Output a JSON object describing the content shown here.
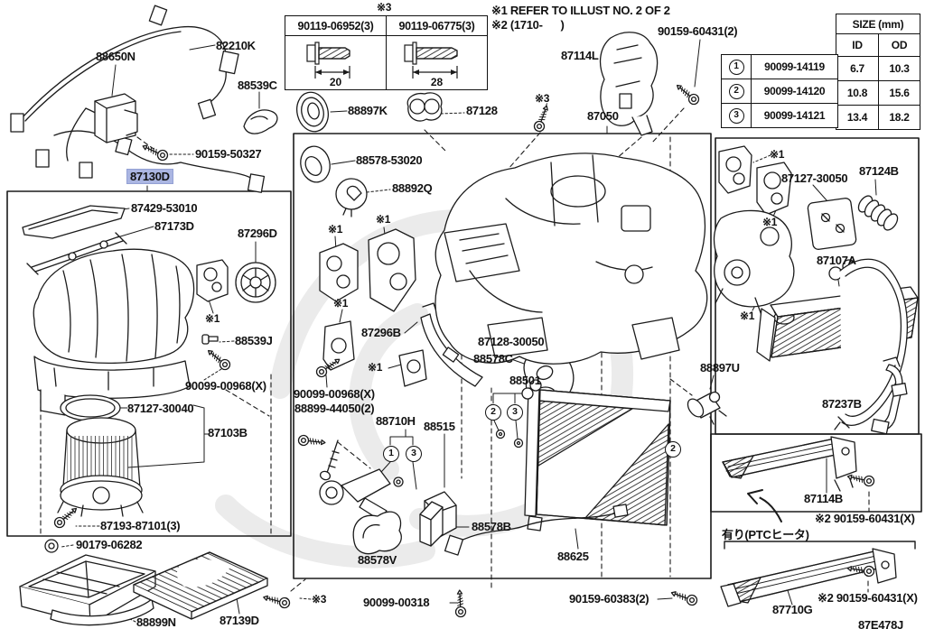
{
  "diagram_id": "87E478J",
  "notes": {
    "note1": "※1 REFER TO ILLUST NO. 2 OF 2",
    "note2": "※2 (1710-      )"
  },
  "marks": {
    "m1": "※1",
    "m2": "※2",
    "m3": "※3"
  },
  "circles": {
    "c1": "1",
    "c2": "2",
    "c3": "3"
  },
  "bolt_table": {
    "ref_mark": "※3",
    "col1": {
      "part": "90119-06952(3)",
      "length": "20"
    },
    "col2": {
      "part": "90119-06775(3)",
      "length": "28"
    }
  },
  "size_table": {
    "title": "SIZE (mm)",
    "id_header": "ID",
    "od_header": "OD",
    "rows": [
      {
        "no": "1",
        "part": "90099-14119",
        "id": "6.7",
        "od": "10.3"
      },
      {
        "no": "2",
        "part": "90099-14120",
        "id": "10.8",
        "od": "15.6"
      },
      {
        "no": "3",
        "part": "90099-14121",
        "id": "13.4",
        "od": "18.2"
      }
    ]
  },
  "parts": {
    "p88650N": "88650N",
    "p82210K": "82210K",
    "p88539C": "88539C",
    "p90159_50327": "90159-50327",
    "p87130D": "87130D",
    "p87429_53010": "87429-53010",
    "p87173D": "87173D",
    "p87296D": "87296D",
    "p88539J": "88539J",
    "p90099_00968": "90099-00968(X)",
    "p87127_30040": "87127-30040",
    "p87103B": "87103B",
    "p87193_87101": "87193-87101(3)",
    "p90179_06282": "90179-06282",
    "p88899N": "88899N",
    "p87139D": "87139D",
    "p88897K": "88897K",
    "p87128": "87128",
    "p88578_53020": "88578-53020",
    "p88892Q": "88892Q",
    "p87296B": "87296B",
    "p88899_44050": "88899-44050(2)",
    "p88710H": "88710H",
    "p88515": "88515",
    "p87128_30050": "87128-30050",
    "p88578C": "88578C",
    "p88501": "88501",
    "p88578B": "88578B",
    "p88578V": "88578V",
    "p88625": "88625",
    "p90099_00318": "90099-00318",
    "p90159_60383": "90159-60383(2)",
    "p87114L": "87114L",
    "p90159_60431": "90159-60431(2)",
    "p87050": "87050",
    "p87127_30050": "87127-30050",
    "p87124B": "87124B",
    "p87107A": "87107A",
    "p88897U": "88897U",
    "p87237B": "87237B",
    "p87114B": "87114B",
    "p90159_60431X": "※2 90159-60431(X)",
    "p87710G": "87710G",
    "ptc_note": "有り(PTCヒータ)"
  },
  "colors": {
    "highlight": "#abb6e2",
    "line": "#1b1b1b"
  }
}
